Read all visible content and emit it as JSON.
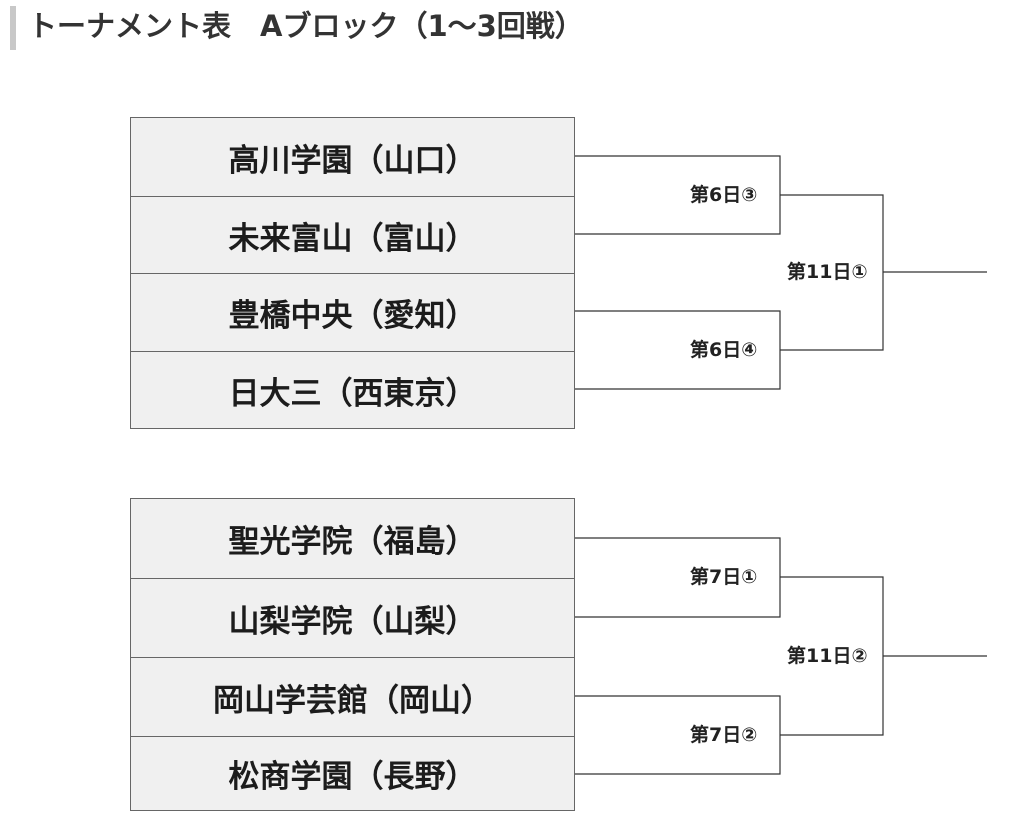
{
  "page": {
    "title": "トーナメント表　Aブロック（1～3回戦）"
  },
  "blocks": [
    {
      "teams": [
        "高川学園（山口）",
        "未来富山（富山）",
        "豊橋中央（愛知）",
        "日大三（西東京）"
      ],
      "first_round_labels": [
        "第6日③",
        "第6日④"
      ],
      "second_round_label": "第11日①"
    },
    {
      "teams": [
        "聖光学院（福島）",
        "山梨学院（山梨）",
        "岡山学芸館（岡山）",
        "松商学園（長野）"
      ],
      "first_round_labels": [
        "第7日①",
        "第7日②"
      ],
      "second_round_label": "第11日②"
    }
  ],
  "colors": {
    "cell_background": "#f0f0f0",
    "border": "#666666",
    "title_accent": "#c8c8c8"
  }
}
